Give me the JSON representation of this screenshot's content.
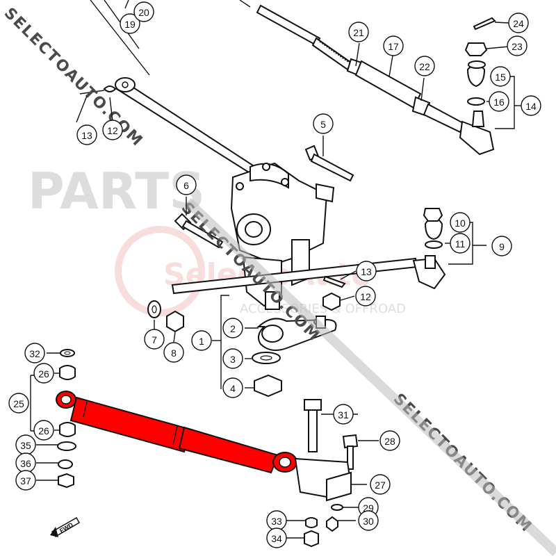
{
  "watermark": {
    "text": "SELECTOAUTO.COM",
    "logo_text": "SelectoAuto",
    "logo_tagline": "ACCESSORIES & OFFROAD",
    "parts_text": "PARTS"
  },
  "fwd_label": "FWD",
  "highlight_color": "#ff0000",
  "callouts": [
    "1",
    "2",
    "3",
    "4",
    "5",
    "6",
    "7",
    "8",
    "9",
    "10",
    "11",
    "12",
    "12",
    "13",
    "13",
    "14",
    "15",
    "16",
    "17",
    "19",
    "20",
    "21",
    "22",
    "23",
    "24",
    "25",
    "26",
    "26",
    "27",
    "28",
    "29",
    "30",
    "31",
    "32",
    "33",
    "34",
    "35",
    "36",
    "37"
  ]
}
